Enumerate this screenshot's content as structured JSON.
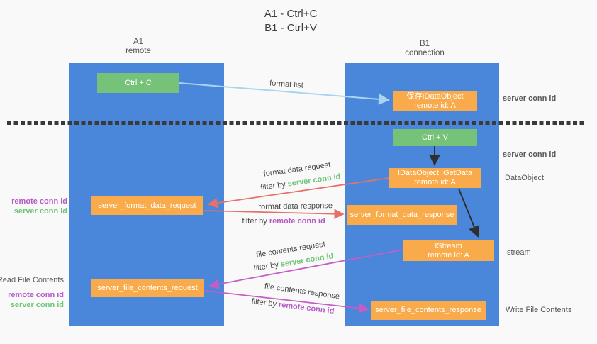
{
  "title": {
    "line1": "A1 - Ctrl+C",
    "line2": "B1 - Ctrl+V"
  },
  "lifelines": {
    "a1": {
      "name": "A1",
      "role": "remote"
    },
    "b1": {
      "name": "B1",
      "role": "connection"
    }
  },
  "boxes": {
    "ctrl_c": {
      "label": "Ctrl + C"
    },
    "ctrl_v": {
      "label": "Ctrl + V"
    },
    "save_dataobject": {
      "line1": "保存IDataObject",
      "line2": "remote id: A"
    },
    "getdata": {
      "line1": "IDataObject::GetData",
      "line2": "remote id: A"
    },
    "istream": {
      "line1": "IStream",
      "line2": "remote id: A"
    },
    "server_format_data_request": {
      "label": "server_format_data_request"
    },
    "server_format_data_response": {
      "label": "server_format_data_response"
    },
    "server_file_contents_request": {
      "label": "server_file_contents_request"
    },
    "server_file_contents_response": {
      "label": "server_file_contents_response"
    }
  },
  "edge_labels": {
    "format_list": "format list",
    "format_data_request": "format data request",
    "format_data_response": "format data response",
    "file_contents_request": "file contents request",
    "file_contents_response": "file contents response",
    "filter_by": "filter by ",
    "server_conn_id": "server conn id",
    "remote_conn_id": "remote conn id"
  },
  "side_labels": {
    "server_conn_id": "server conn id",
    "remote_conn_id": "remote conn id",
    "dataobject": "DataObject",
    "istream": "Istream",
    "read_file_contents": "Read File Contents",
    "write_file_contents": "Write File Contents"
  },
  "colors": {
    "background": "#f9f9f9",
    "lifeline_blue": "#4a86d9",
    "node_green": "#76c279",
    "node_orange": "#f9ab4c",
    "green_text": "#6cc476",
    "purple_text": "#b55bc5",
    "gray_text": "#585858",
    "arrow_blue": "#a9d4f0",
    "arrow_red": "#e4726a",
    "arrow_magenta": "#c45ec5",
    "arrow_black": "#2f2f2f"
  }
}
